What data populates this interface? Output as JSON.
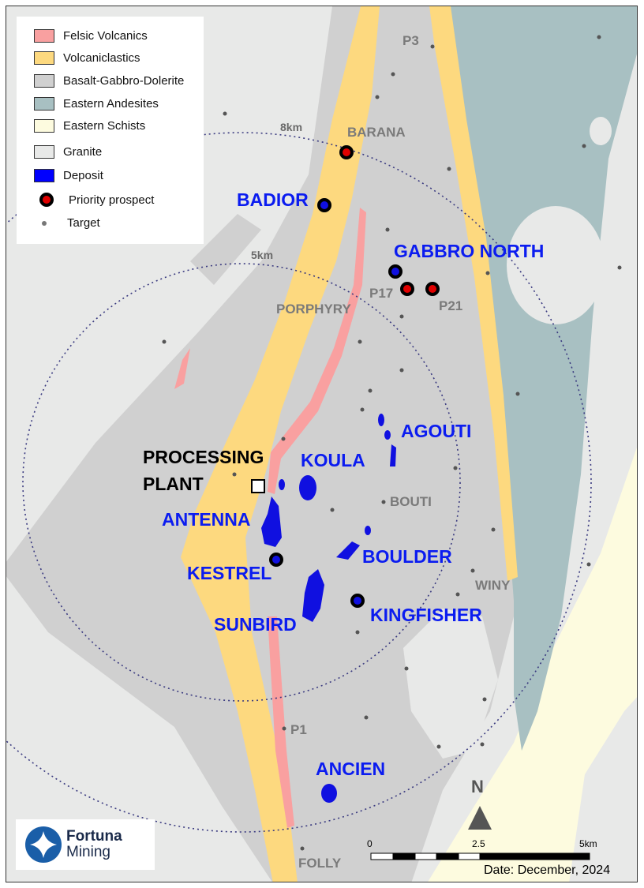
{
  "legend": {
    "items": [
      {
        "label": "Felsic Volcanics",
        "color": "#f9a0a0"
      },
      {
        "label": "Volcaniclastics",
        "color": "#fdd97f"
      },
      {
        "label": "Basalt-Gabbro-Dolerite",
        "color": "#d0d0d0"
      },
      {
        "label": "Eastern Andesites",
        "color": "#a8c0c2"
      },
      {
        "label": "Eastern Schists",
        "color": "#fdfbdf"
      },
      {
        "label": "Granite",
        "color": "#e8e9e8"
      },
      {
        "label": "Deposit",
        "color": "#0000ff"
      },
      {
        "label": "Priority prospect"
      },
      {
        "label": "Target"
      }
    ]
  },
  "radii": {
    "outer": "8km",
    "inner": "5km"
  },
  "deposits": [
    "BADIOR",
    "GABBRO NORTH",
    "AGOUTI",
    "KOULA",
    "ANTENNA",
    "KESTREL",
    "BOULDER",
    "SUNBIRD",
    "KINGFISHER",
    "ANCIEN"
  ],
  "prospects": [
    "P3",
    "BARANA",
    "P17",
    "P21",
    "PORPHYRY",
    "BOUTI",
    "WINY",
    "P1",
    "FOLLY"
  ],
  "plant": "PROCESSING PLANT",
  "north": "N",
  "scale": {
    "ticks": [
      "0",
      "2.5",
      "5km"
    ]
  },
  "date": "Date: December, 2024",
  "logo": {
    "line1": "Fortuna",
    "line2": "Mining"
  }
}
